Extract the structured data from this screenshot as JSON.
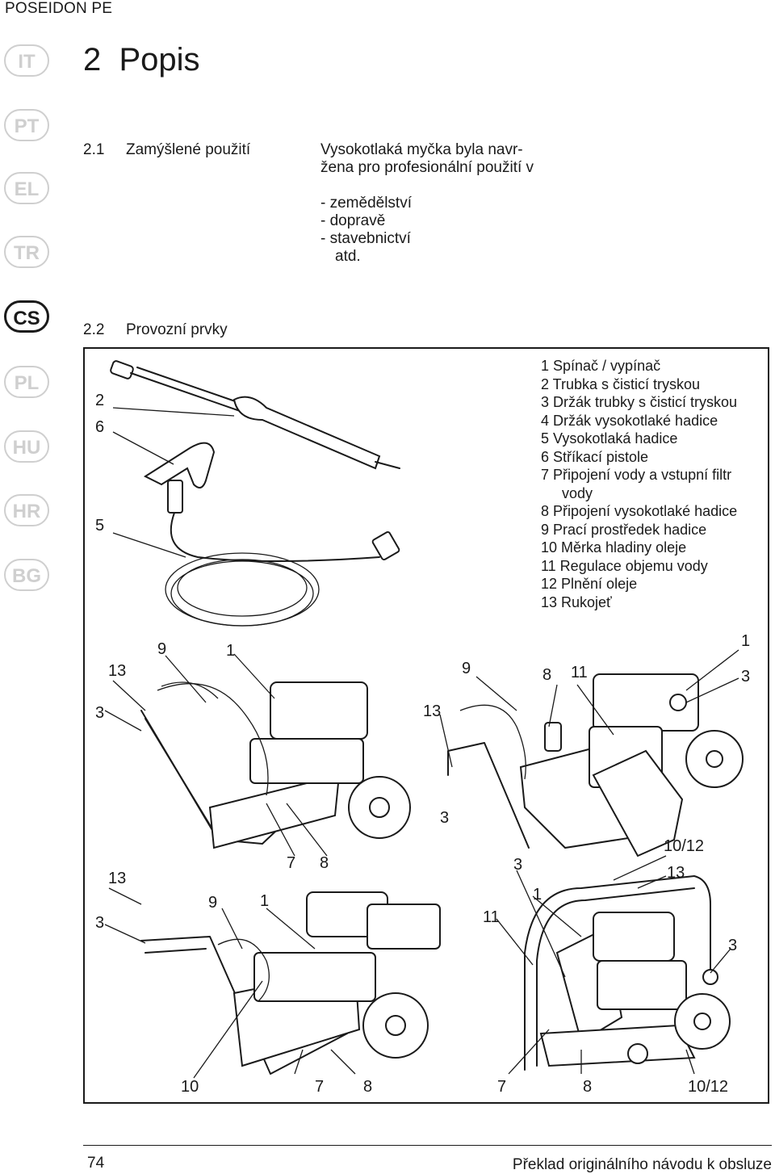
{
  "header": {
    "brand": "POSEIDON PE"
  },
  "language_tabs": [
    "IT",
    "PT",
    "EL",
    "TR",
    "CS",
    "PL",
    "HU",
    "HR",
    "BG"
  ],
  "active_language": "CS",
  "chapter": {
    "number": "2",
    "title": "Popis"
  },
  "section_2_1": {
    "number": "2.1",
    "title": "Zamýšlené použití",
    "intro_line1": "Vysokotlaká myčka byla navr-",
    "intro_line2": "žena pro profesionální použití v",
    "list": [
      "- zemědělství",
      "- dopravě",
      "- stavebnictví",
      "atd."
    ]
  },
  "section_2_2": {
    "number": "2.2",
    "title": "Provozní prvky"
  },
  "legend": [
    "1 Spínač / vypínač",
    "2 Trubka s čisticí tryskou",
    "3 Držák trubky s čisticí tryskou",
    "4 Držák vysokotlaké hadice",
    "5 Vysokotlaká hadice",
    "6 Stříkací pistole",
    "7 Připojení vody a vstupní filtr",
    "vody",
    "8 Připojení vysokotlaké hadice",
    "9 Prací prostředek hadice",
    "10 Měrka hladiny oleje",
    "11 Regulace objemu vody",
    "12 Plnění oleje",
    "13 Rukojeť"
  ],
  "callouts": {
    "hose_fig": [
      "2",
      "6",
      "5"
    ],
    "unit_a": [
      "9",
      "1",
      "13",
      "3",
      "7",
      "8"
    ],
    "unit_b": [
      "9",
      "8",
      "11",
      "1",
      "3",
      "13",
      "3"
    ],
    "unit_c": [
      "13",
      "3",
      "9",
      "1",
      "10",
      "7",
      "8"
    ],
    "unit_d": [
      "10/12",
      "13",
      "3",
      "1",
      "11",
      "3",
      "7",
      "8",
      "10/12"
    ]
  },
  "footer": {
    "page": "74",
    "text": "Překlad originálního návodu k obsluze"
  }
}
